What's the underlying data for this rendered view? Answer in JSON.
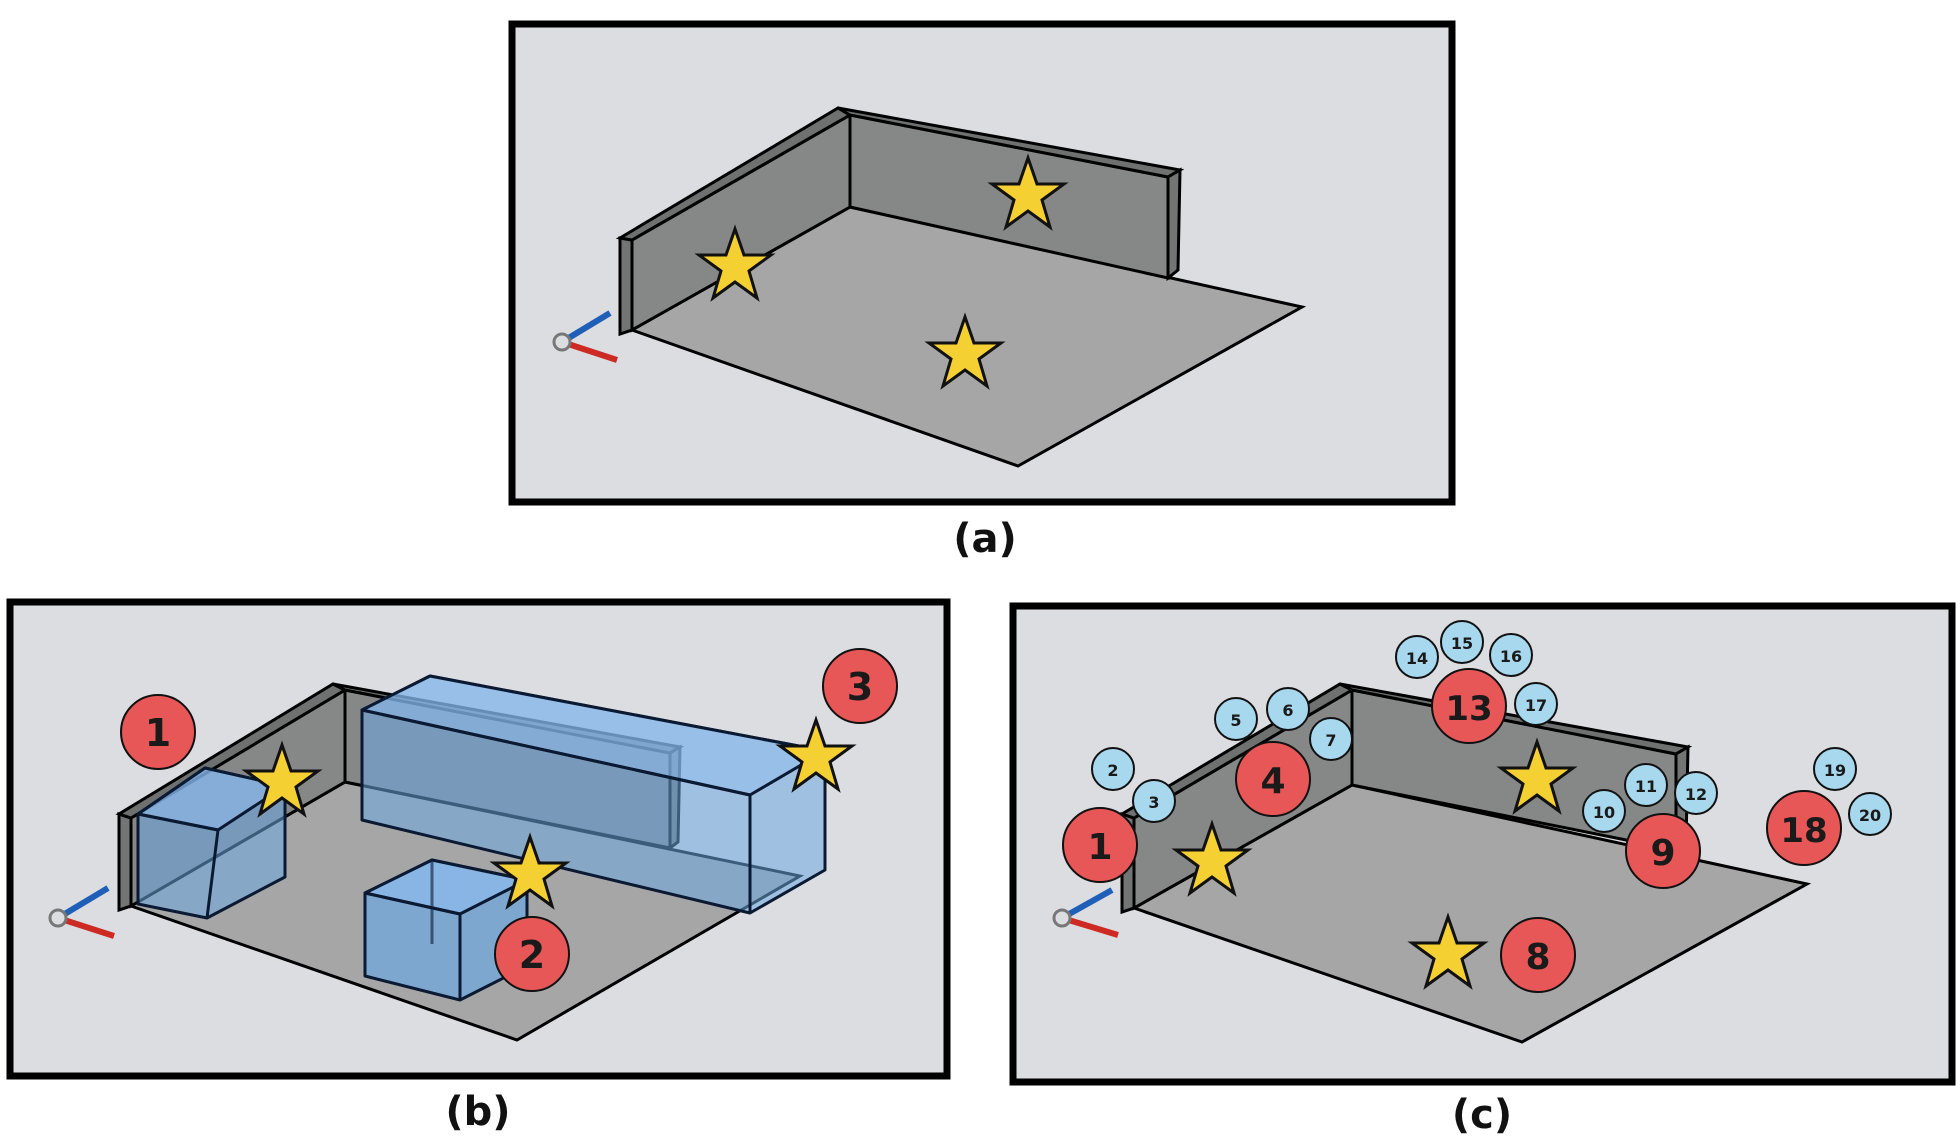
{
  "panels": {
    "a": {
      "caption": "(a)"
    },
    "b": {
      "caption": "(b)",
      "red_markers": [
        "1",
        "2",
        "3"
      ]
    },
    "c": {
      "caption": "(c)",
      "red_markers": [
        "1",
        "4",
        "13",
        "9",
        "8",
        "18"
      ],
      "blue_markers": [
        "2",
        "3",
        "5",
        "6",
        "7",
        "14",
        "15",
        "16",
        "17",
        "10",
        "11",
        "12",
        "19",
        "20"
      ]
    }
  },
  "colors": {
    "panel_bg": "#dcdde0",
    "floor": "#a6a6a6",
    "wall": "#868787",
    "wall_top": "#6f7070",
    "star": "#f5d033",
    "red_marker": "#e85757",
    "blue_marker": "#a8d8ee",
    "box": "#6ea8e2",
    "axis_blue": "#1f5fb8",
    "axis_red": "#cc2a22"
  },
  "icons": [
    "star-icon",
    "axis-gizmo-icon"
  ]
}
